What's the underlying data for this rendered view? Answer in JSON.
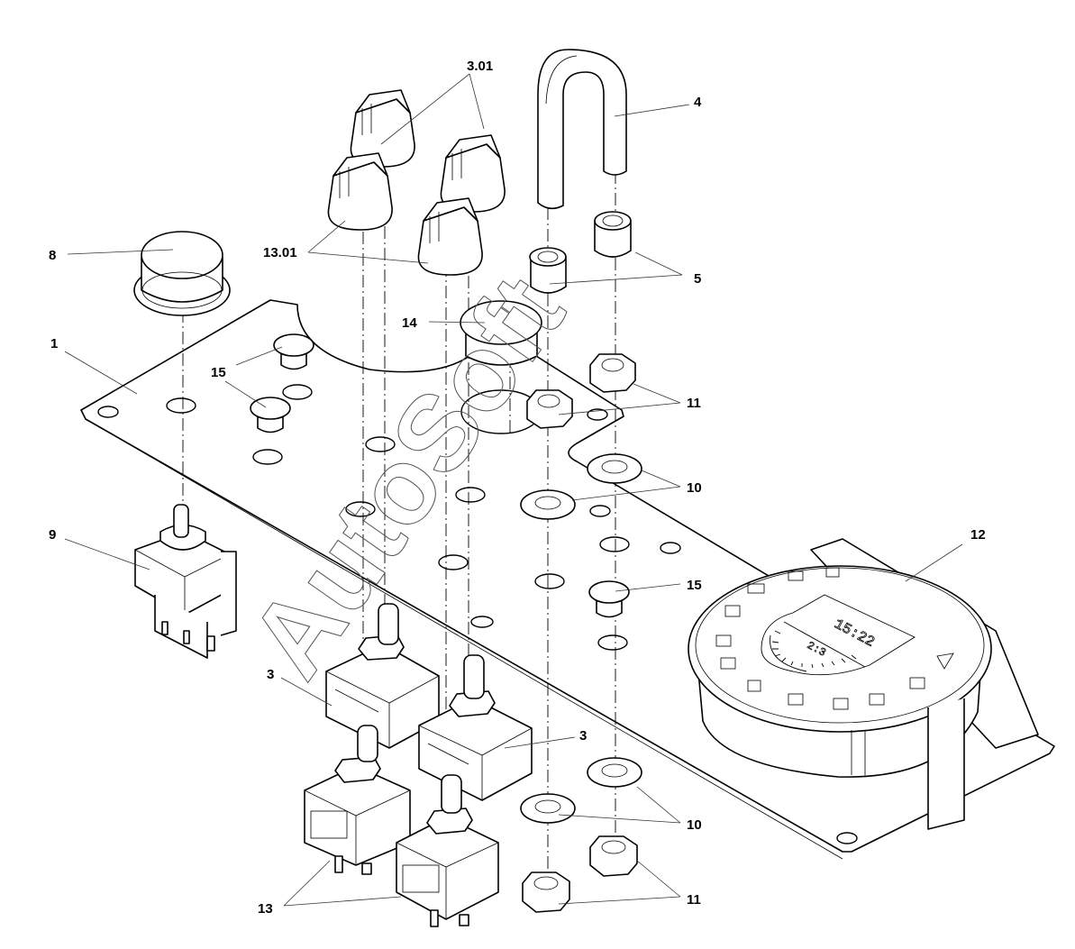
{
  "diagram": {
    "type": "exploded-parts-view",
    "subject": "Control panel assembly with timer",
    "watermark": "AutoSoft",
    "callouts": [
      {
        "id": "1",
        "label": "1",
        "part": "mounting-plate"
      },
      {
        "id": "3a",
        "label": "3",
        "part": "push-switch"
      },
      {
        "id": "3b",
        "label": "3",
        "part": "push-switch"
      },
      {
        "id": "3.01",
        "label": "3.01",
        "part": "control-knob"
      },
      {
        "id": "4",
        "label": "4",
        "part": "u-handle"
      },
      {
        "id": "5",
        "label": "5",
        "part": "spacer-sleeve"
      },
      {
        "id": "8",
        "label": "8",
        "part": "cap-button"
      },
      {
        "id": "9",
        "label": "9",
        "part": "toggle-switch"
      },
      {
        "id": "10a",
        "label": "10",
        "part": "washer-upper"
      },
      {
        "id": "10b",
        "label": "10",
        "part": "washer-lower"
      },
      {
        "id": "11a",
        "label": "11",
        "part": "hex-nut-upper"
      },
      {
        "id": "11b",
        "label": "11",
        "part": "hex-nut-lower"
      },
      {
        "id": "12",
        "label": "12",
        "part": "digital-timer"
      },
      {
        "id": "13",
        "label": "13",
        "part": "rotary-switch"
      },
      {
        "id": "13.01",
        "label": "13.01",
        "part": "control-knob"
      },
      {
        "id": "14",
        "label": "14",
        "part": "blanking-plug"
      },
      {
        "id": "15a",
        "label": "15",
        "part": "plug-cap"
      },
      {
        "id": "15b",
        "label": "15",
        "part": "plug-cap"
      }
    ],
    "timer_display": {
      "main_digits": "15:22",
      "secondary_digits": "2:3"
    }
  }
}
